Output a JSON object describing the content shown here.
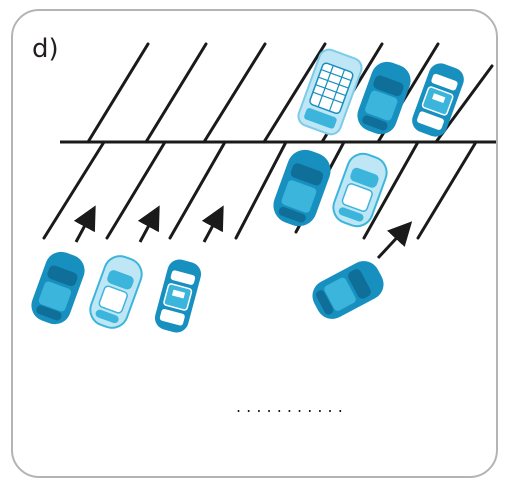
{
  "figure": {
    "label": "d)",
    "colors": {
      "line": "#1a1a1a",
      "car_dark": "#1790c0",
      "car_mid": "#3cb5dc",
      "car_light": "#bfe6f5",
      "arrow": "#1a1a1a",
      "border": "#b4b4b4"
    },
    "parked_top_row": [
      "suv-light-top",
      "car-dark",
      "police-car"
    ],
    "parked_middle_row": [
      "car-dark",
      "car-light"
    ],
    "entering_cars": [
      "car-dark",
      "car-light",
      "police-car",
      "car-dark-angled"
    ],
    "answer_blank": ". . . . . . . . . . ."
  }
}
